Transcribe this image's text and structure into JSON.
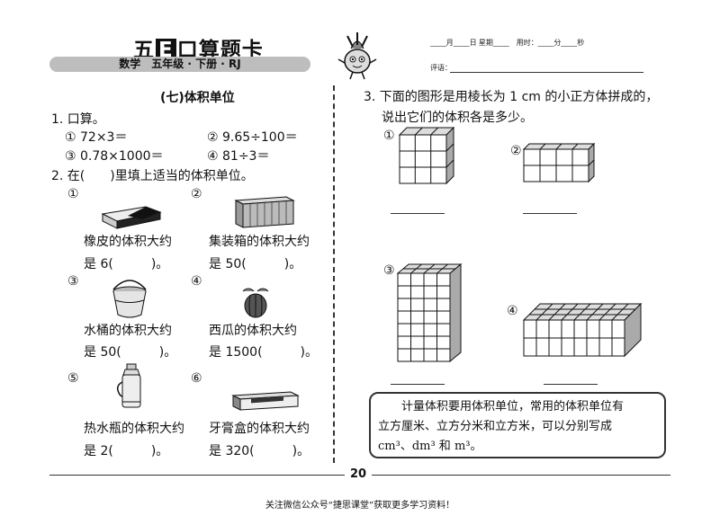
{
  "header": {
    "title_pre": "五",
    "title_e": "E",
    "title_post": "口算题卡",
    "subtitle": "数学　五年级 · 下册 · RJ",
    "date_line": "____月____日 星期____　用时：____分____秒",
    "comment_label": "评语："
  },
  "section_title": "(七)体积单位",
  "q1": {
    "label": "1. 口算。",
    "items": [
      "① 72×3＝",
      "② 9.65÷100＝",
      "③ 0.78×1000＝",
      "④ 81÷3＝"
    ]
  },
  "q2": {
    "label": "2. 在(　　)里填上适当的体积单位。",
    "items": [
      {
        "num": "①",
        "line1": "橡皮的体积大约",
        "line2": "是 6(　　　)。"
      },
      {
        "num": "②",
        "line1": "集装箱的体积大约",
        "line2": "是 50(　　　)。"
      },
      {
        "num": "③",
        "line1": "水桶的体积大约",
        "line2": "是 50(　　　)。"
      },
      {
        "num": "④",
        "line1": "西瓜的体积大约",
        "line2": "是 1500(　　　)。"
      },
      {
        "num": "⑤",
        "line1": "热水瓶的体积大约",
        "line2": "是 2(　　　)。"
      },
      {
        "num": "⑥",
        "line1": "牙膏盒的体积大约",
        "line2": "是 320(　　　)。"
      }
    ]
  },
  "q3": {
    "label_line1": "3. 下面的图形是用棱长为 1 cm 的小正方体拼成的，",
    "label_line2": "说出它们的体积各是多少。",
    "nums": [
      "①",
      "②",
      "③",
      "④"
    ]
  },
  "note": {
    "line1": "计量体积要用体积单位，常用的体积单位有",
    "line2": "立方厘米、立方分米和立方米，可以分别写成",
    "line3": "cm³、dm³ 和 m³。"
  },
  "page_number": "20",
  "footer": "关注微信公众号“捷思课堂”获取更多学习资料！"
}
